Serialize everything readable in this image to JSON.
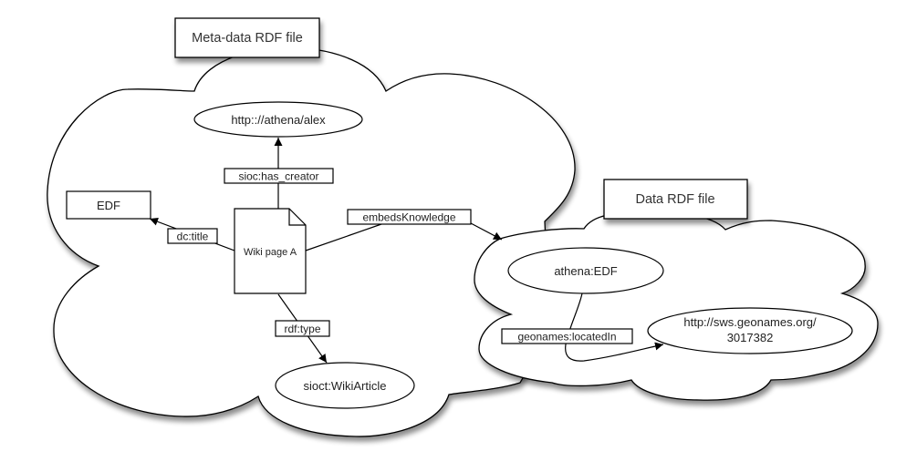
{
  "diagram": {
    "clouds": {
      "metadata": {
        "label": "Meta-data RDF file"
      },
      "data": {
        "label": "Data RDF file"
      }
    },
    "nodes": {
      "wiki_page": {
        "label": "Wiki page A",
        "shape": "document"
      },
      "creator": {
        "label": "http:://athena/alex",
        "shape": "ellipse"
      },
      "title_literal": {
        "label": "EDF",
        "shape": "rectangle"
      },
      "type": {
        "label": "sioct:WikiArticle",
        "shape": "ellipse"
      },
      "athena_edf": {
        "label": "athena:EDF",
        "shape": "ellipse"
      },
      "geonames": {
        "label_line1": "http://sws.geonames.org/",
        "label_line2": "3017382",
        "shape": "ellipse"
      }
    },
    "edges": [
      {
        "id": "has_creator",
        "label": "sioc:has_creator",
        "from": "Wiki page A",
        "to": "http:://athena/alex"
      },
      {
        "id": "dc_title",
        "label": "dc:title",
        "from": "Wiki page A",
        "to": "EDF"
      },
      {
        "id": "embeds",
        "label": "embedsKnowledge",
        "from": "Wiki page A",
        "to": "Data RDF file"
      },
      {
        "id": "rdf_type",
        "label": "rdf:type",
        "from": "Wiki page A",
        "to": "sioct:WikiArticle"
      },
      {
        "id": "located_in",
        "label": "geonames:locatedIn",
        "from": "athena:EDF",
        "to": "http://sws.geonames.org/3017382"
      }
    ]
  }
}
